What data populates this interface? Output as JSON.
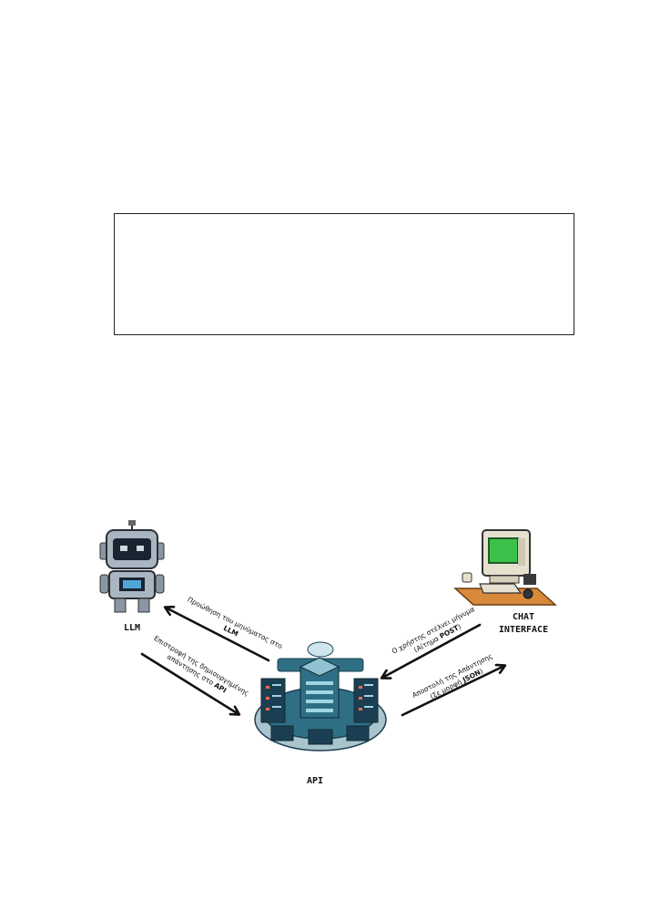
{
  "nodes": {
    "llm": {
      "label": "LLM",
      "icon": "robot-icon"
    },
    "api": {
      "label": "API",
      "icon": "server-cluster-icon"
    },
    "chat": {
      "label_line1": "CHAT",
      "label_line2": "INTERFACE",
      "icon": "retro-computer-icon"
    }
  },
  "edges": {
    "forward_to_llm": {
      "text1": "Προώθηση του μηνύματος στο",
      "bold": "LLM"
    },
    "return_to_api": {
      "text1": "Επιστροφή της δημιουργημένης",
      "text2": "απάντησης στο ",
      "bold": "API"
    },
    "user_sends": {
      "text1": "Ο χρήστης στέλνει μήνυμα",
      "text2": "(Αίτημα ",
      "bold": "POST",
      "text3": ")"
    },
    "send_response": {
      "text1": "Αποστολή της Απάντησης",
      "text2": "(Σε μορφή ",
      "bold": "JSON",
      "text3": ")"
    }
  },
  "colors": {
    "robot": "#9aa7b4",
    "robot_eye": "#1a2330",
    "server": "#2f6f86",
    "server_dark": "#1b3f52",
    "screen": "#3cc24a",
    "desk": "#d8893a",
    "arrow": "#111111"
  }
}
